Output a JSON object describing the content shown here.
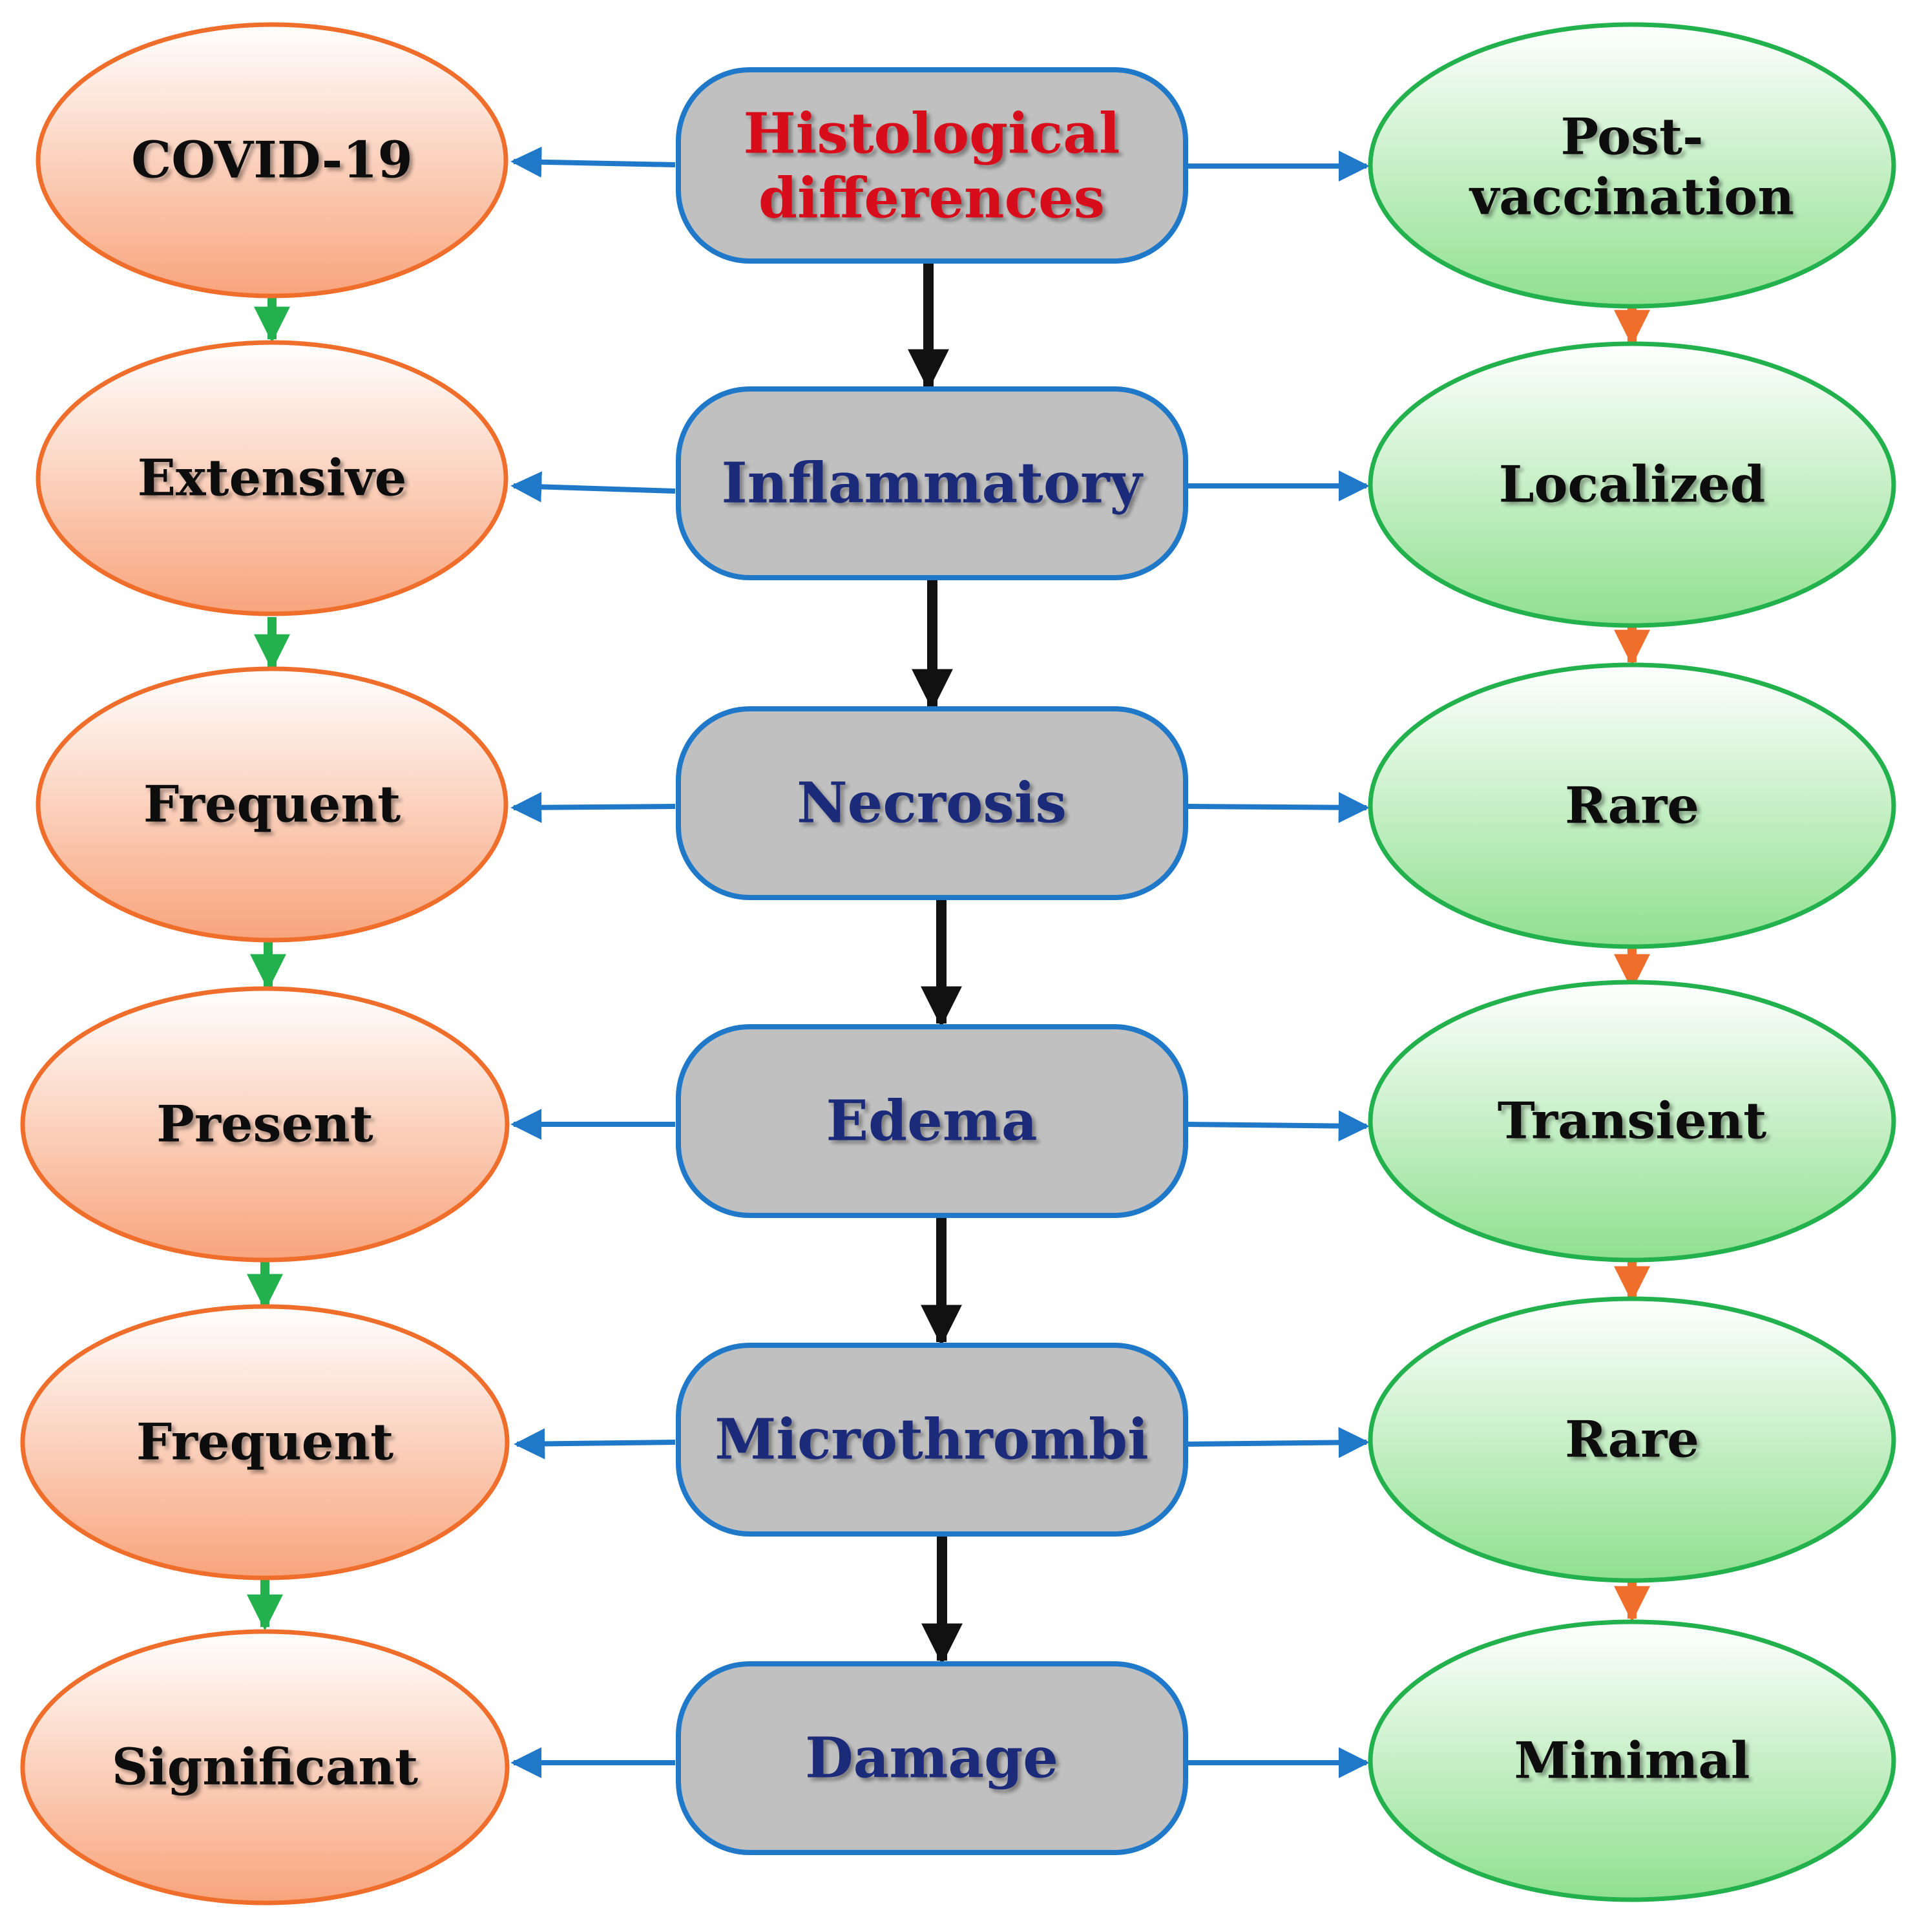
{
  "colors": {
    "center_fill": "#c0c0c0",
    "center_border": "#1f78c8",
    "title_text": "#d8101a",
    "center_text": "#1c2a7a",
    "left_fill_start": "#ffffff",
    "left_fill_end": "#f8a47c",
    "left_border": "#f06e2c",
    "right_fill_start": "#ffffff",
    "right_fill_end": "#8fe08f",
    "right_border": "#22b14c",
    "side_text": "#111111",
    "arrow_horizontal": "#1f78c8",
    "arrow_center_down": "#111111",
    "arrow_left_down": "#22b14c",
    "arrow_right_down": "#f06e2c"
  },
  "diagram": {
    "center": {
      "title_lines": [
        "Histological",
        "differences"
      ],
      "items": [
        "Inflammatory",
        "Necrosis",
        "Edema",
        "Microthrombi",
        "Damage"
      ]
    },
    "left": {
      "header": "COVID-19",
      "items": [
        "Extensive",
        "Frequent",
        "Present",
        "Frequent",
        "Significant"
      ]
    },
    "right": {
      "header_lines": [
        "Post-",
        "vaccination"
      ],
      "items": [
        "Localized",
        "Rare",
        "Transient",
        "Rare",
        "Minimal"
      ]
    }
  }
}
